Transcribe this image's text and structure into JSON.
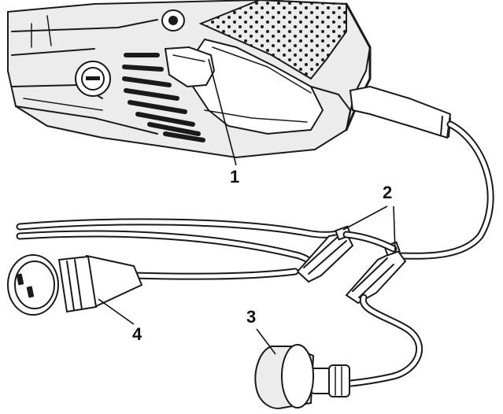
{
  "callouts": {
    "c1": "1",
    "c2": "2",
    "c3": "3",
    "c4": "4"
  },
  "colors": {
    "ink": "#1a1a1a",
    "shade": "#ececec",
    "paper": "#ffffff"
  }
}
